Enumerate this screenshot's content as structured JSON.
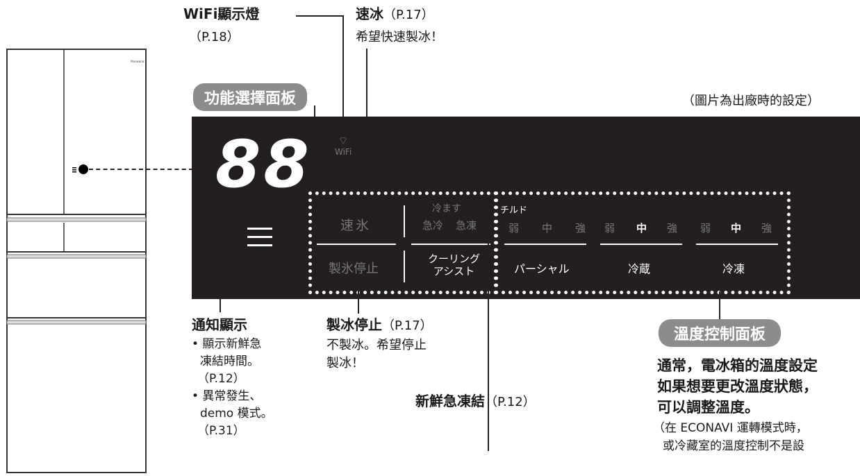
{
  "brand": "Panasonic",
  "note_factory": "（圖片為出廠時的設定）",
  "wifi_label": "WiFi顯示燈",
  "wifi_ref": "（P.18）",
  "quick_ice_title": "速冰",
  "quick_ice_ref": "（P.17）",
  "quick_ice_desc": "希望快速製冰！",
  "function_panel_label": "功能選擇面板",
  "temp_panel_label": "溫度控制面板",
  "display_digits": "88",
  "panel_wifi_text": "WiFi",
  "btn_quick_ice": "速氷",
  "btn_ice_stop": "製氷停止",
  "cool_header": "冷ます",
  "cool_fast": "急冷",
  "cool_freeze": "急凍",
  "cooling_assist_1": "クーリング",
  "cooling_assist_2": "アシスト",
  "chilled_label": "チルド",
  "levels": [
    "弱",
    "中",
    "強"
  ],
  "partial": "パーシャル",
  "fridge": "冷蔵",
  "freezer": "冷凍",
  "notify_title": "通知顯示",
  "notify_lines": [
    "• 顯示新鮮急",
    "凍結時間。",
    "（P.12）",
    "• 異常發生、",
    "demo 模式。",
    "（P.31）"
  ],
  "icestop_title": "製冰停止",
  "icestop_ref": "（P.17）",
  "icestop_desc_1": "不製冰。希望停止",
  "icestop_desc_2": "製冰！",
  "fresh_freeze": "新鮮急凍結",
  "fresh_freeze_ref": "（P.12）",
  "temp_desc_1": "通常，電冰箱的溫度設定",
  "temp_desc_2": "如果想要更改溫度狀態，",
  "temp_desc_3": "可以調整溫度。",
  "econavi_1": "（在 ECONAVI 運轉模式時，",
  "econavi_2": "或冷藏室的溫度控制不是設"
}
